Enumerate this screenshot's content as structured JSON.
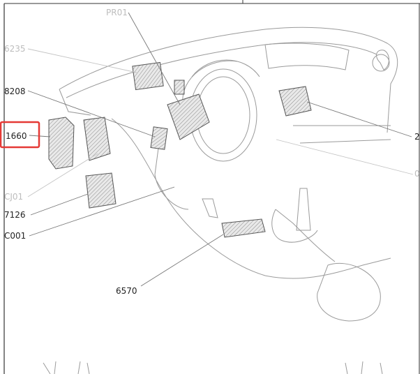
{
  "diagram": {
    "callouts": [
      {
        "id": "pr01",
        "text": "PR01"
      },
      {
        "id": "6235",
        "text": "6235"
      },
      {
        "id": "8208",
        "text": "8208"
      },
      {
        "id": "1660",
        "text": "1660"
      },
      {
        "id": "cj01",
        "text": "CJ01"
      },
      {
        "id": "7126",
        "text": "7126"
      },
      {
        "id": "c001",
        "text": "C001"
      },
      {
        "id": "6570",
        "text": "6570"
      },
      {
        "id": "r2",
        "text": "2"
      },
      {
        "id": "r0",
        "text": "0"
      }
    ],
    "highlight": {
      "target": "1660",
      "color": "#e53935"
    }
  }
}
